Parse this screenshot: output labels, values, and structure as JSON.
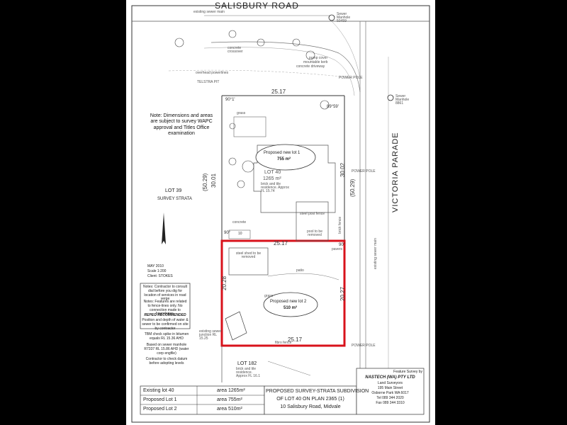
{
  "road_top": "SALISBURY ROAD",
  "road_right": "VICTORIA PARADE",
  "existing_sewer_main": "existing sewer main",
  "sewer_manhole_top": "Sewer Manhole 50459",
  "sewer_manhole_right": "Sewer Manhole 8861",
  "telstra_pit": "TELSTRA PIT",
  "power_pole_labels": [
    "POWER POLE",
    "POWER POLE",
    "POWER POLE"
  ],
  "note_dimensions": "Note: Dimensions and areas are subject to survey WAPC approval and Titles Office examination",
  "lot40_title": "LOT 40",
  "lot40_area": "1265 m²",
  "lot40_desc": "brick and tile residence. Approx FL 15.74",
  "lot39": "LOT 39",
  "survey_strata": "SURVEY STRATA",
  "lot182": "LOT 182",
  "lot182_desc": "brick and tile residence. Approx FL 16.1",
  "proposed_lot1": "Proposed new lot 1",
  "proposed_lot1_area": "755 m²",
  "proposed_lot2": "Proposed new lot 2",
  "proposed_lot2_area": "510 m²",
  "dims": {
    "top": "25.17",
    "mid": "25.17",
    "bottom": "25.17",
    "left_upper": "30.01",
    "left_paren": "(50.29)",
    "right_upper": "30.02",
    "right_paren": "(50.29)",
    "left_lower": "20.28",
    "right_lower": "20.27",
    "angle_top_left": "90°1'",
    "angle_top_right": "89°59'",
    "angle_lower_left": "90°",
    "angle_lower_right": "90°",
    "dim_left_small": "10"
  },
  "labels": {
    "concrete_crossover": "concrete crossover",
    "mountable_kerb": "mountable kerb",
    "overhead_powerlines": "overhead powerlines",
    "grass": "grass",
    "concrete": "concrete",
    "steel_post_fence": "steel post fence",
    "pool_to_be_removed": "pool to be removed",
    "steel_shed_to_be_removed": "steel shed to be removed",
    "pavers": "pavers",
    "existing_sewer_main_v": "existing sewer main",
    "existing_sewer_jn": "existing sewer junction RL 15.25",
    "fibro_fence": "fibro fence",
    "brick_fence": "brick fence",
    "pump_cover": "pump cover",
    "concrete_driveway": "concrete driveway",
    "patio": "patio"
  },
  "north_info": [
    "MAY 2010",
    "Scale 1:200",
    "Client: STOKES"
  ],
  "notes_box": [
    "Notes: Contractor to consult dial before you dig for location of services in road verge",
    "Notes: Features are related to fence-lines only. No connection made to boundaries.",
    "REPEG RECOMMENDED",
    "Position and depth of water & sewer to be confirmed on site by contractor"
  ],
  "tbm_note": [
    "TBM check spike in bitumen equals RL 15.36 AHD",
    "Based on sewer manhole R7337 RL 15.86 AHD (water corp engfile)",
    "Contractor to check datum before adopting levels"
  ],
  "table": [
    {
      "label": "Existing lot 40",
      "value": "area 1265m²"
    },
    {
      "label": "Proposed Lot 1",
      "value": "area 755m²"
    },
    {
      "label": "Proposed Lot 2",
      "value": "area 510m²"
    }
  ],
  "title_block": [
    "PROPOSED SURVEY-STRATA SUBDIVISION",
    "OF LOT 40  ON PLAN 2365 (1)",
    "10 Salisbury Road, Midvale"
  ],
  "company": {
    "heading": "Feature Survey by",
    "name": "NASTECH (WA) PTY LTD",
    "lines": [
      "Land Surveyors",
      "195 Main Street",
      "Osborne Park WA 6017",
      "Tel 089 344 2020",
      "Fax 089 344 3310"
    ]
  },
  "colors": {
    "lot2_outline": "#d8121b",
    "linework": "#333333"
  }
}
